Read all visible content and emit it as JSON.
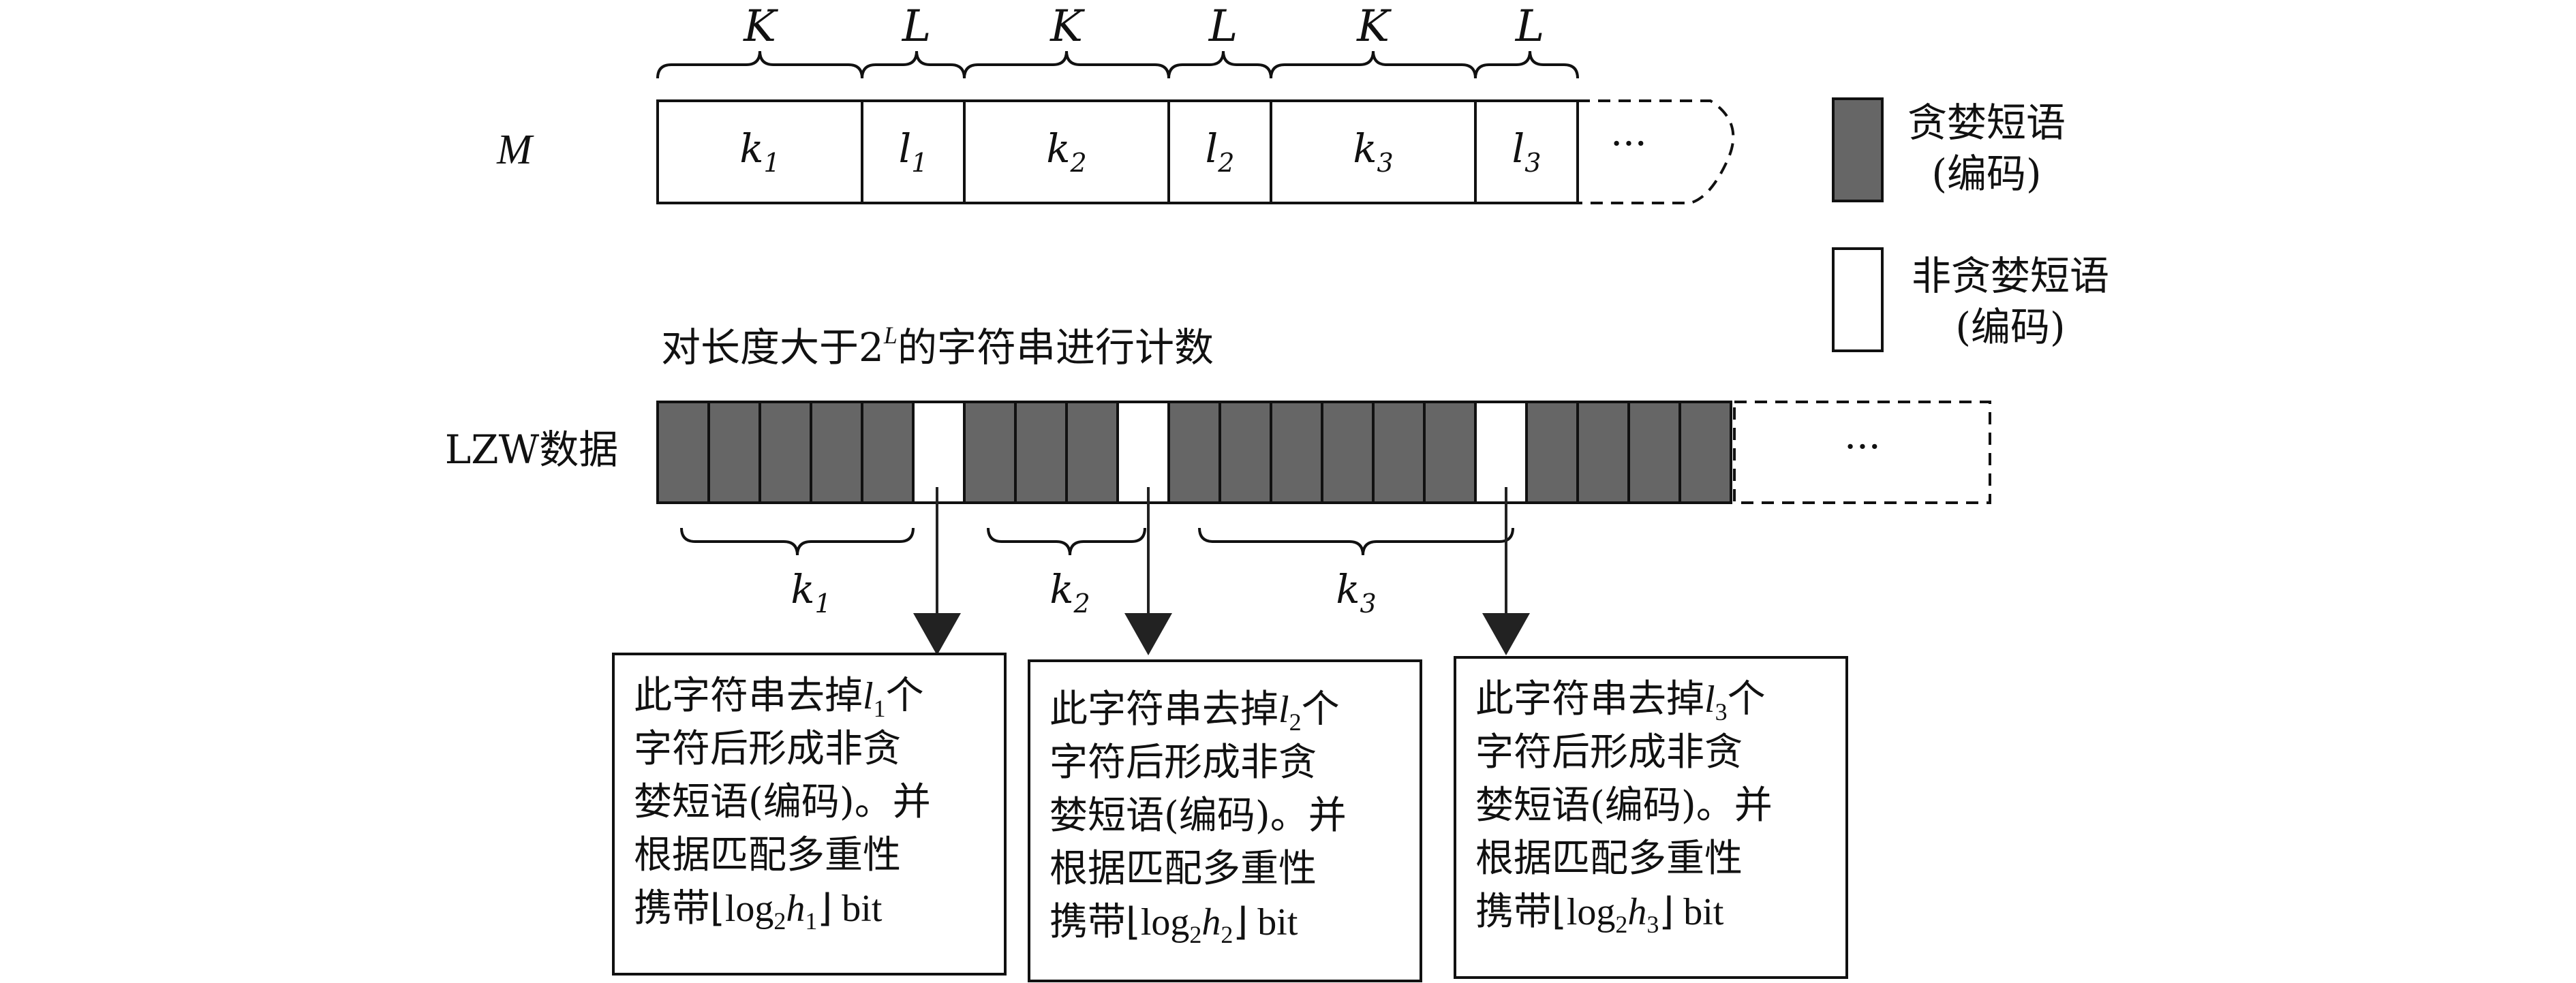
{
  "colors": {
    "greedy_fill": "#666666",
    "nongreedy_fill": "#ffffff",
    "stroke": "#111111"
  },
  "segment_labels_top": [
    "K",
    "L",
    "K",
    "L",
    "K",
    "L"
  ],
  "m_label": "M",
  "m_cells": [
    {
      "base": "k",
      "sub": "1"
    },
    {
      "base": "l",
      "sub": "1"
    },
    {
      "base": "k",
      "sub": "2"
    },
    {
      "base": "l",
      "sub": "2"
    },
    {
      "base": "k",
      "sub": "3"
    },
    {
      "base": "l",
      "sub": "3"
    }
  ],
  "ellipsis": "···",
  "legend": {
    "greedy_line1": "贪婪短语",
    "greedy_line2": "(编码)",
    "nongreedy_line1": "非贪婪短语",
    "nongreedy_line2": "(编码)"
  },
  "count_caption": {
    "prefix": "对长度大于2",
    "sup": "L",
    "suffix": "的字符串进行计数"
  },
  "lzw_label": "LZW数据",
  "lzw_cells": [
    "greedy",
    "greedy",
    "greedy",
    "greedy",
    "greedy",
    "nongreedy",
    "greedy",
    "greedy",
    "greedy",
    "nongreedy",
    "greedy",
    "greedy",
    "greedy",
    "greedy",
    "greedy",
    "greedy",
    "nongreedy",
    "greedy",
    "greedy",
    "greedy",
    "greedy"
  ],
  "brace_labels": [
    {
      "base": "k",
      "sub": "1"
    },
    {
      "base": "k",
      "sub": "2"
    },
    {
      "base": "k",
      "sub": "3"
    }
  ],
  "boxes": [
    {
      "line1_pre": "此字符串去掉",
      "l_sub": "1",
      "line1_post": "个",
      "line2": "字符后形成非贪",
      "line3": "婪短语(编码)。并",
      "line4": "根据匹配多重性",
      "line5_pre": "携带",
      "h_sub": "1",
      "bit": "bit"
    },
    {
      "line1_pre": "此字符串去掉",
      "l_sub": "2",
      "line1_post": "个",
      "line2": "字符后形成非贪",
      "line3": "婪短语(编码)。并",
      "line4": "根据匹配多重性",
      "line5_pre": "携带",
      "h_sub": "2",
      "bit": "bit"
    },
    {
      "line1_pre": "此字符串去掉",
      "l_sub": "3",
      "line1_post": "个",
      "line2": "字符后形成非贪",
      "line3": "婪短语(编码)。并",
      "line4": "根据匹配多重性",
      "line5_pre": "携带",
      "h_sub": "3",
      "bit": "bit"
    }
  ],
  "log_text": "log",
  "log_sub": "2",
  "h_base": "h"
}
